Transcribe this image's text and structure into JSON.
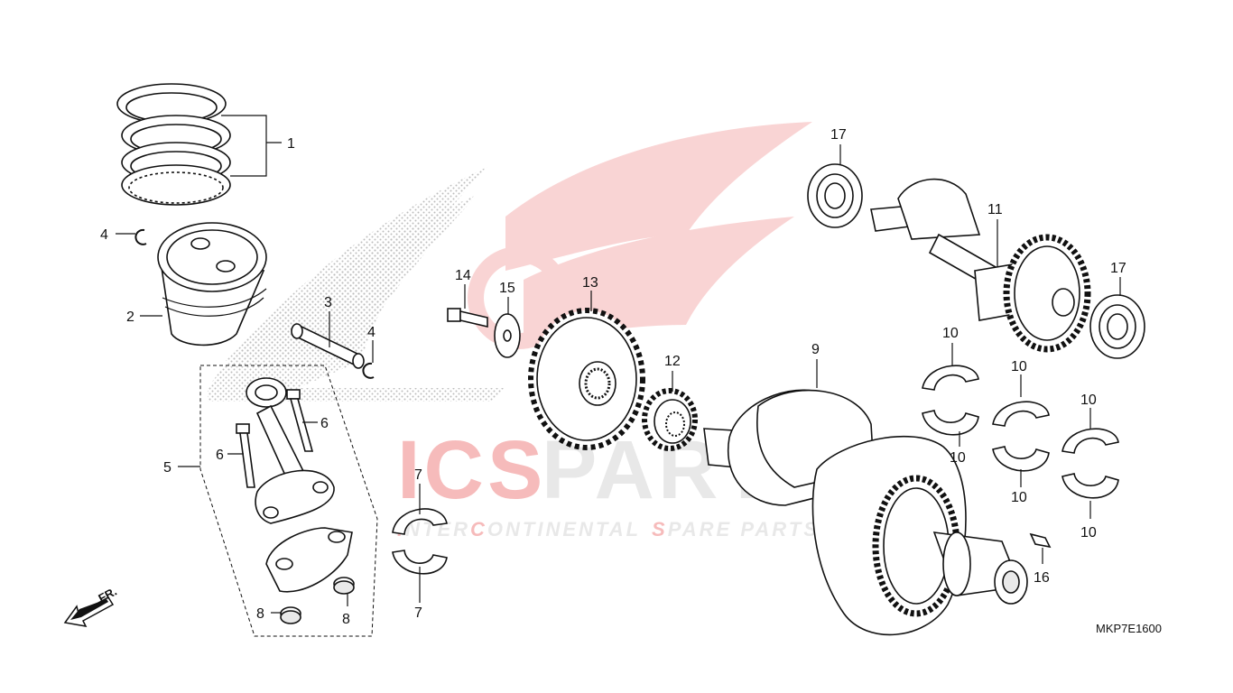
{
  "diagram": {
    "code": "MKP7E1600",
    "direction_label": "FR.",
    "watermark": {
      "brand_red": "ICS",
      "brand_grey": "PARTS",
      "tagline_part1_red": "I",
      "tagline_part1_grey": "NTER",
      "tagline_part2_red": "C",
      "tagline_part2_grey": "ONTINENTAL",
      "tagline_part3_red": "S",
      "tagline_part3_grey": "PARE PARTS",
      "color_red": "#e8403f",
      "color_grey": "#cfcfcf"
    },
    "callouts": {
      "c1": "1",
      "c2": "2",
      "c3": "3",
      "c4a": "4",
      "c4b": "4",
      "c5": "5",
      "c6a": "6",
      "c6b": "6",
      "c7a": "7",
      "c7b": "7",
      "c8a": "8",
      "c8b": "8",
      "c9": "9",
      "c10a": "10",
      "c10b": "10",
      "c10c": "10",
      "c10d": "10",
      "c10e": "10",
      "c10f": "10",
      "c11": "11",
      "c12": "12",
      "c13": "13",
      "c14": "14",
      "c15": "15",
      "c16": "16",
      "c17a": "17",
      "c17b": "17"
    }
  }
}
